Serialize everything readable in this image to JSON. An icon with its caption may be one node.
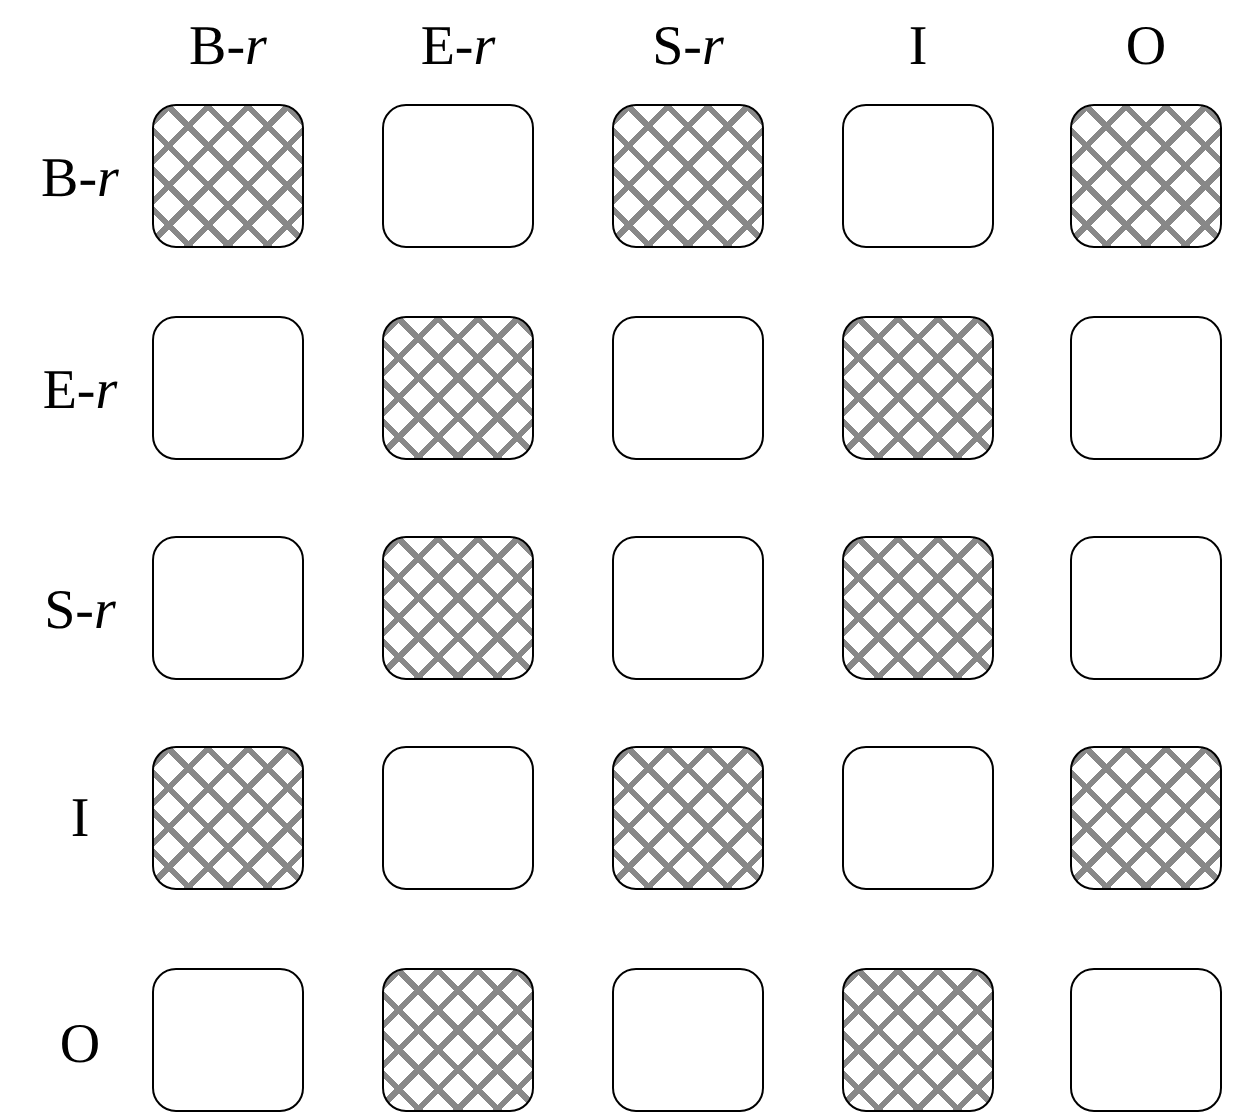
{
  "diagram": {
    "nodes": [
      {
        "text": [],
        "shape": "hatch"
      },
      {
        "text": [],
        "shape": "box"
      },
      {
        "text": [],
        "shape": "hatch"
      },
      {
        "text": [],
        "shape": "box"
      },
      {
        "text": [],
        "shape": "hatch"
      },
      {
        "text": [],
        "shape": "box"
      },
      {
        "text": [],
        "shape": "hatch"
      },
      {
        "text": [],
        "shape": "box"
      },
      {
        "text": [],
        "shape": "hatch"
      },
      {
        "text": [],
        "shape": "box"
      },
      {
        "text": [],
        "shape": "box"
      },
      {
        "text": [],
        "shape": "hatch"
      },
      {
        "text": [],
        "shape": "box"
      },
      {
        "text": [],
        "shape": "hatch"
      },
      {
        "text": [],
        "shape": "box"
      },
      {
        "text": [],
        "shape": "hatch"
      },
      {
        "text": [],
        "shape": "box"
      },
      {
        "text": [],
        "shape": "hatch"
      },
      {
        "text": [],
        "shape": "box"
      },
      {
        "text": [],
        "shape": "hatch"
      },
      {
        "text": [],
        "shape": "box"
      },
      {
        "text": [],
        "shape": "hatch"
      },
      {
        "text": [],
        "shape": "box"
      },
      {
        "text": [],
        "shape": "hatch"
      },
      {
        "text": [],
        "shape": "box"
      }
    ],
    "labels": [
      "B-*r*",
      "E-*r*",
      "S-*r*",
      "I",
      "O",
      "B-*r*",
      "E-*r*",
      "S-*r*",
      "I",
      "O"
    ]
  }
}
